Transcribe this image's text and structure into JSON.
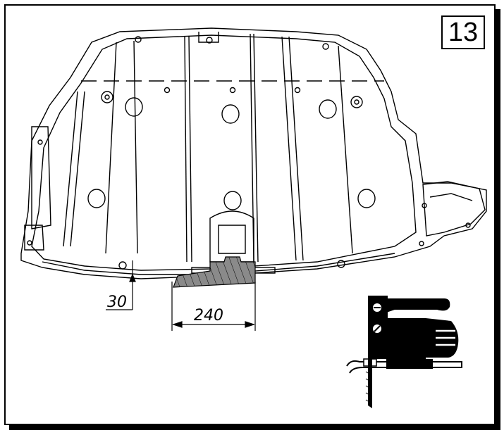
{
  "step": {
    "number": "13"
  },
  "dimensions": {
    "height_label": "30",
    "width_label": "240"
  },
  "colors": {
    "line": "#000000",
    "hatch_fill": "#8a8a8a",
    "background": "#ffffff"
  },
  "icons": {
    "tool": "jigsaw-icon"
  }
}
